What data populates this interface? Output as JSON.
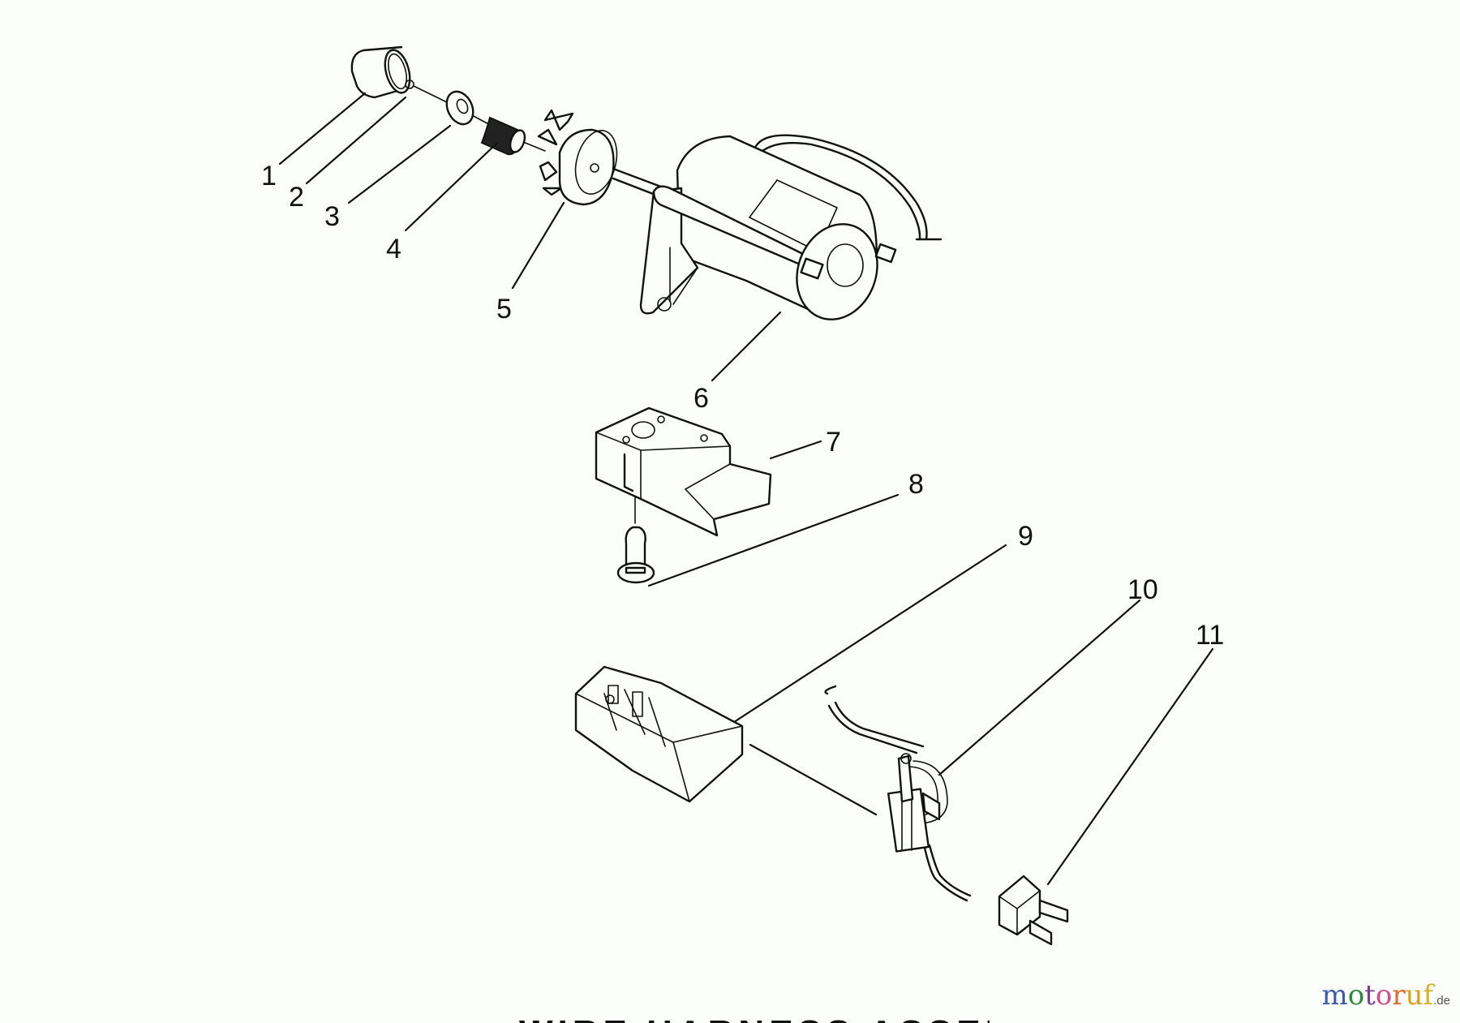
{
  "diagram": {
    "type": "exploded-parts-view",
    "subject": "electric starter motor assembly",
    "callouts": [
      {
        "id": "1",
        "part": "cap"
      },
      {
        "id": "2",
        "part": "retaining ring"
      },
      {
        "id": "3",
        "part": "washer"
      },
      {
        "id": "4",
        "part": "spring"
      },
      {
        "id": "5",
        "part": "drive gear"
      },
      {
        "id": "6",
        "part": "starter motor"
      },
      {
        "id": "7",
        "part": "cover"
      },
      {
        "id": "8",
        "part": "screw"
      },
      {
        "id": "9",
        "part": "switch box"
      },
      {
        "id": "10",
        "part": "switch with wires"
      },
      {
        "id": "11",
        "part": "plug"
      }
    ]
  },
  "bottom_title": "WIRE HARNESS ASSEMBLY",
  "watermark": {
    "letters": [
      "m",
      "o",
      "t",
      "o",
      "r",
      "u",
      "f"
    ],
    "colors": [
      "#3b5aa8",
      "#2e8a3a",
      "#7a3f8f",
      "#d64a8a",
      "#e0692a",
      "#d8a020",
      "#d6b22a"
    ],
    "tld": ".de"
  }
}
